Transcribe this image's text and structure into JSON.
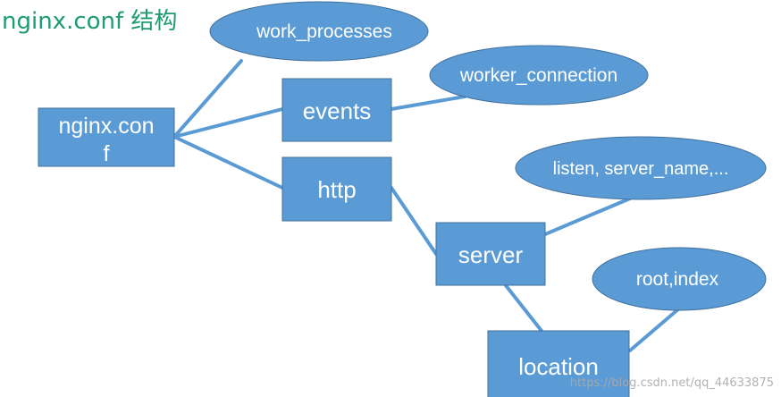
{
  "title": "nginx.conf 结构",
  "colors": {
    "node_fill": "#5b9bd5",
    "node_stroke": "#41719c",
    "edge": "#5b9bd5",
    "title": "#1e9c6f"
  },
  "nodes": {
    "nginx_conf": {
      "line1": "nginx.con",
      "line2": "f"
    },
    "events": "events",
    "http": "http",
    "server": "server",
    "location": "location",
    "work_processes": "work_processes",
    "worker_connection": "worker_connection",
    "listen": "listen, server_name,...",
    "root_index": "root,index"
  },
  "watermark": "https://blog.csdn.net/qq_44633875"
}
